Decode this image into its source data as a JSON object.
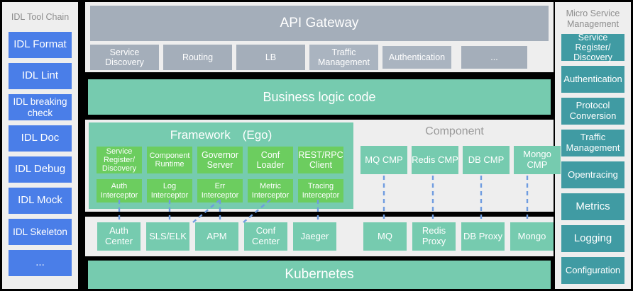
{
  "left_sidebar": {
    "title": "IDL Tool Chain",
    "items": [
      {
        "label": "IDL Format"
      },
      {
        "label": "IDL Lint"
      },
      {
        "label": "IDL breaking check"
      },
      {
        "label": "IDL Doc"
      },
      {
        "label": "IDL Debug"
      },
      {
        "label": "IDL Mock"
      },
      {
        "label": "IDL Skeleton"
      },
      {
        "label": "..."
      }
    ],
    "color": "#4a7ee8"
  },
  "right_sidebar": {
    "title": "Micro Service Management",
    "items": [
      {
        "label": "Service Register/ Discovery"
      },
      {
        "label": "Authentication"
      },
      {
        "label": "Protocol Conversion"
      },
      {
        "label": "Traffic Management"
      },
      {
        "label": "Opentracing"
      },
      {
        "label": "Metrics"
      },
      {
        "label": "Logging"
      },
      {
        "label": "Configuration"
      }
    ],
    "color": "#409ba3"
  },
  "api_gateway": {
    "title": "API Gateway",
    "color": "#a4aeba",
    "cells": [
      {
        "label": "Service Discovery"
      },
      {
        "label": "Routing"
      },
      {
        "label": "LB"
      },
      {
        "label": "Traffic Management"
      },
      {
        "label": "Authentication"
      },
      {
        "label": "..."
      }
    ]
  },
  "business_logic": {
    "title": "Business logic code",
    "color": "#76cbaf"
  },
  "framework": {
    "title": "Framework (Ego)",
    "color": "#76cbaf",
    "cell_color": "#6ccd5f",
    "row1": [
      {
        "label": "Service Register/ Discovery"
      },
      {
        "label": "Component Runtime"
      },
      {
        "label": "Governor Server"
      },
      {
        "label": "Conf Loader"
      },
      {
        "label": "REST/RPC Client"
      }
    ],
    "row2": [
      {
        "label": "Auth Interceptor"
      },
      {
        "label": "Log Interceptor"
      },
      {
        "label": "Err Interceptor"
      },
      {
        "label": "Metric Interceptor"
      },
      {
        "label": "Tracing Interceptor"
      }
    ]
  },
  "component": {
    "title": "Component",
    "color": "#76cbaf",
    "cells": [
      {
        "label": "MQ CMP"
      },
      {
        "label": "Redis CMP"
      },
      {
        "label": "DB CMP"
      },
      {
        "label": "Mongo CMP"
      }
    ]
  },
  "infrastructure": {
    "color": "#76cbaf",
    "left_cells": [
      {
        "label": "Auth Center"
      },
      {
        "label": "SLS/ELK"
      },
      {
        "label": "APM"
      },
      {
        "label": "Conf Center"
      },
      {
        "label": "Jaeger"
      }
    ],
    "right_cells": [
      {
        "label": "MQ"
      },
      {
        "label": "Redis Proxy"
      },
      {
        "label": "DB Proxy"
      },
      {
        "label": "Mongo"
      }
    ]
  },
  "kubernetes": {
    "title": "Kubernetes",
    "color": "#76cbaf"
  },
  "connectors": {
    "color": "#6f9ce0",
    "style": "dashed"
  }
}
